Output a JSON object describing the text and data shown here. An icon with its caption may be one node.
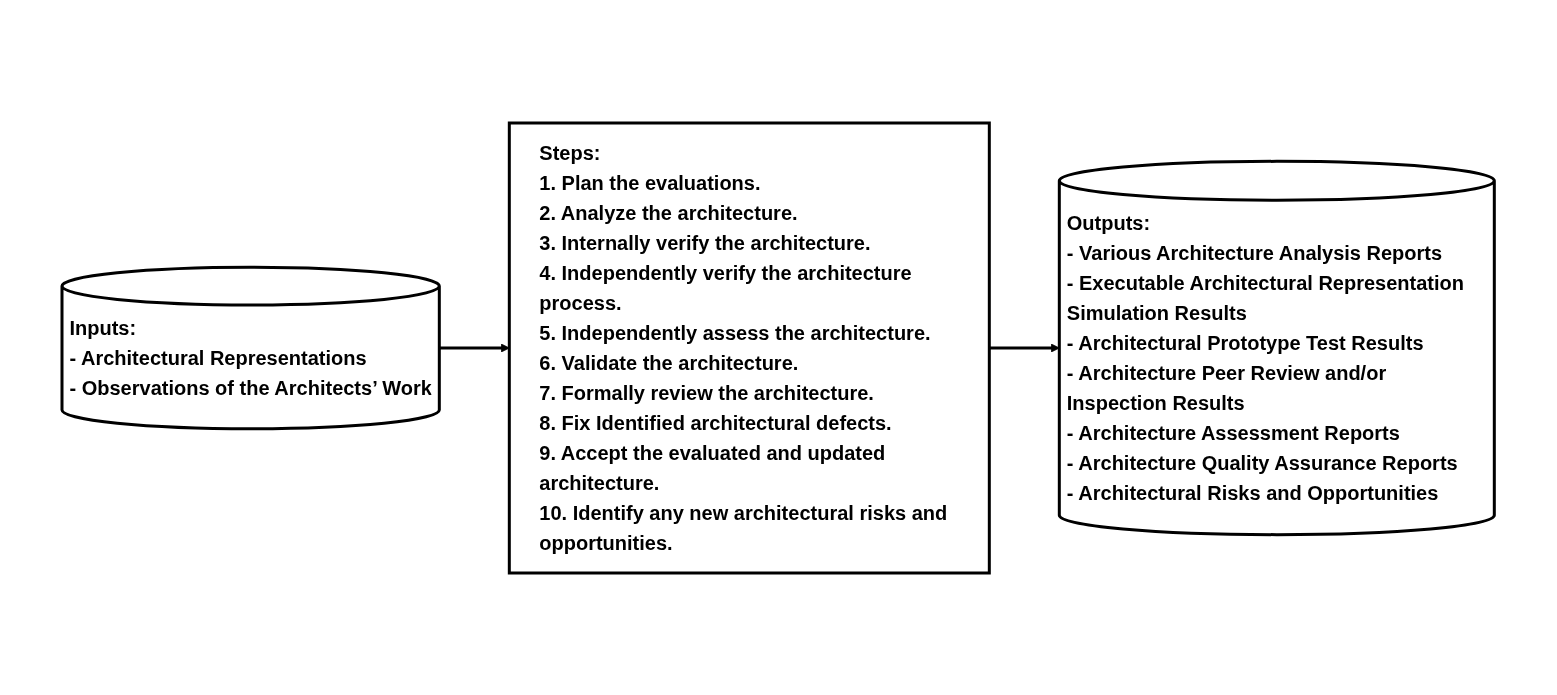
{
  "diagram": {
    "nodes": [
      {
        "text": [
          "Inputs:",
          "- Architectural Representations",
          "- Observations of the Architects’ Work"
        ]
      },
      {
        "text": [
          "Steps:",
          "1. Plan the evaluations.",
          "2. Analyze the architecture.",
          "3. Internally verify the architecture.",
          "4. Independently verify the architecture process.",
          "5. Independently assess the architecture.",
          "6. Validate the architecture.",
          "7. Formally review the architecture.",
          "8. Fix Identified architectural defects.",
          "9. Accept the evaluated and updated architecture.",
          "10. Identify any new architectural risks and opportunities."
        ]
      },
      {
        "text": [
          "Outputs:",
          "- Various Architecture Analysis Reports",
          "- Executable Architectural Representation Simulation Results",
          "- Architectural Prototype Test Results",
          "- Architecture Peer Review and/or Inspection Results",
          "- Architecture Assessment Reports",
          "- Architecture Quality Assurance Reports",
          "- Architectural Risks and Opportunities"
        ]
      }
    ],
    "edges": [
      {
        "from": 0,
        "to": 1,
        "arrow": "to"
      },
      {
        "from": 1,
        "to": 2,
        "arrow": "to"
      }
    ]
  }
}
